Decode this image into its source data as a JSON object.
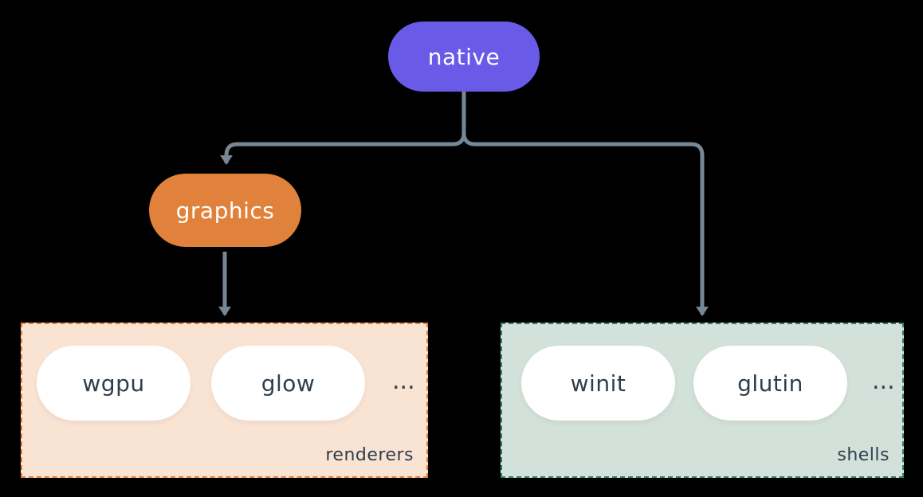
{
  "nodes": {
    "native": {
      "label": "native",
      "color": "#695ae8"
    },
    "graphics": {
      "label": "graphics",
      "color": "#e0823c"
    }
  },
  "groups": {
    "renderers": {
      "label": "renderers",
      "items": [
        "wgpu",
        "glow"
      ],
      "ellipsis": "...",
      "fill": "#f9e3d3",
      "border_color": "#e0823c"
    },
    "shells": {
      "label": "shells",
      "items": [
        "winit",
        "glutin"
      ],
      "ellipsis": "...",
      "fill": "#d2e1d9",
      "border_color": "#2e7d6d"
    }
  },
  "edges": [
    {
      "from": "native",
      "to": "graphics"
    },
    {
      "from": "native",
      "to": "shells"
    },
    {
      "from": "graphics",
      "to": "renderers"
    }
  ],
  "colors": {
    "background": "#000000",
    "connector": "#768796",
    "pill_fill": "#ffffff",
    "pill_text": "#2f3e4d",
    "node_text": "#ffffff"
  }
}
